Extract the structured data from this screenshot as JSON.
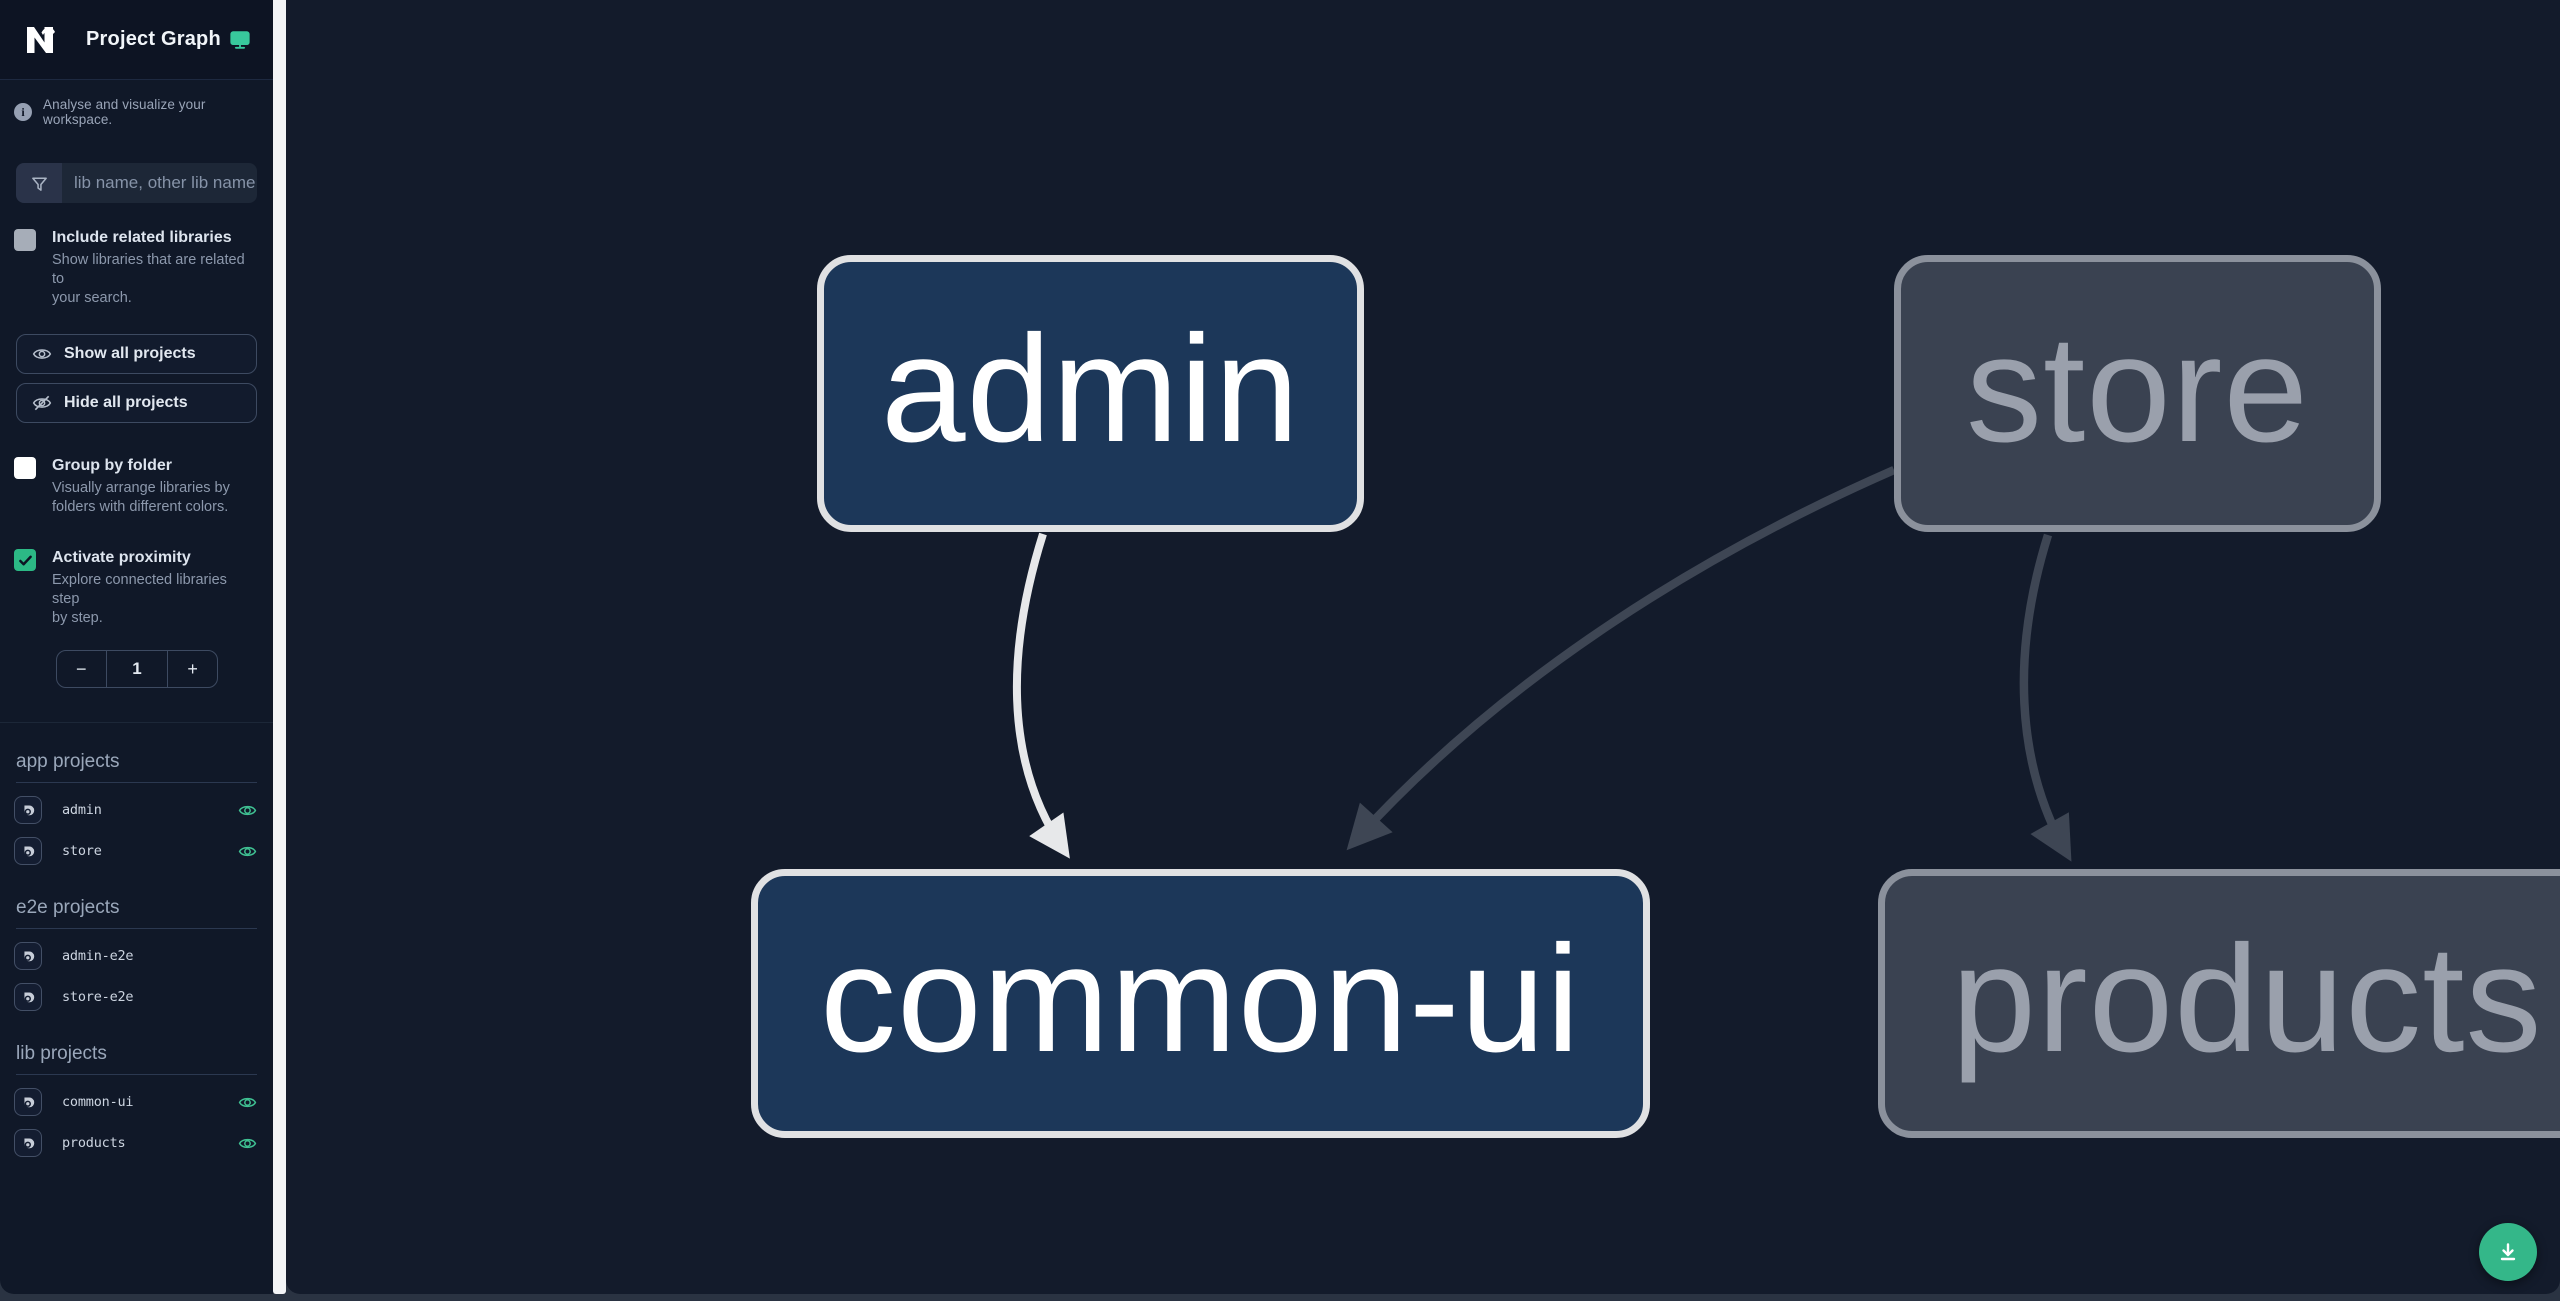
{
  "header": {
    "logo": "Nx",
    "title": "Project Graph",
    "theme_icon": "monitor-icon"
  },
  "intro": "Analyse and visualize your workspace.",
  "search": {
    "placeholder": "lib name, other lib name",
    "value": ""
  },
  "toggles": {
    "include_related": {
      "label": "Include related libraries",
      "description": "Show libraries that are related to\nyour search.",
      "checked": false
    },
    "group_by_folder": {
      "label": "Group by folder",
      "description": "Visually arrange libraries by\nfolders with different colors.",
      "checked": false
    },
    "activate_proximity": {
      "label": "Activate proximity",
      "description": "Explore connected libraries step\nby step.",
      "checked": true,
      "check_glyph": "✓"
    }
  },
  "buttons": {
    "show_all": "Show all projects",
    "hide_all": "Hide all projects"
  },
  "stepper": {
    "decrement": "−",
    "value": "1",
    "increment": "+"
  },
  "project_sections": [
    {
      "title": "app projects",
      "items": [
        {
          "label": "admin",
          "visible": true
        },
        {
          "label": "store",
          "visible": true
        }
      ]
    },
    {
      "title": "e2e projects",
      "items": [
        {
          "label": "admin-e2e",
          "visible": false
        },
        {
          "label": "store-e2e",
          "visible": false
        }
      ]
    },
    {
      "title": "lib projects",
      "items": [
        {
          "label": "common-ui",
          "visible": true
        },
        {
          "label": "products",
          "visible": true
        }
      ]
    }
  ],
  "graph": {
    "nodes": [
      {
        "id": "admin",
        "label": "admin",
        "type": "app",
        "state": "highlighted"
      },
      {
        "id": "store",
        "label": "store",
        "type": "app",
        "state": "dimmed"
      },
      {
        "id": "common-ui",
        "label": "common-ui",
        "type": "lib",
        "state": "highlighted"
      },
      {
        "id": "products",
        "label": "products",
        "type": "lib",
        "state": "dimmed"
      }
    ],
    "edges": [
      {
        "source": "admin",
        "target": "common-ui",
        "state": "highlighted"
      },
      {
        "source": "store",
        "target": "common-ui",
        "state": "dimmed"
      },
      {
        "source": "store",
        "target": "products",
        "state": "dimmed"
      }
    ]
  },
  "fab": {
    "icon": "download-icon"
  },
  "colors": {
    "accent_green": "#34b789",
    "sidebar_bg": "#101828",
    "canvas_bg": "#131b2b",
    "node_blue_fill": "#1c3759",
    "node_blue_border": "#e0e1e3",
    "node_gray_fill": "#3a4251",
    "node_gray_border": "#8b919c",
    "edge_light": "#e7e8ea",
    "edge_dim": "#3e4654"
  }
}
